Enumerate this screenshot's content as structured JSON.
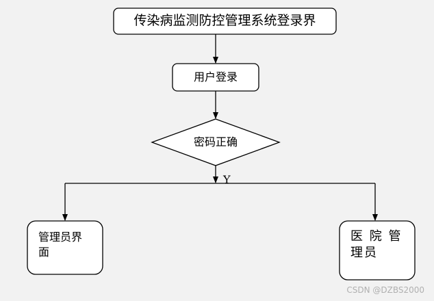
{
  "nodes": {
    "title": "传染病监测防控管理系统登录界",
    "login": "用户登录",
    "check": "密码正确",
    "admin": "管理员界\n面",
    "hospital": "医 院 管\n理员"
  },
  "edges": {
    "yes_label": "Y"
  },
  "watermark": "CSDN @DZBS2000",
  "colors": {
    "stroke": "#000000",
    "node_fill": "#ffffff",
    "background": "#f2f2f2",
    "watermark": "#b0b0b0"
  }
}
